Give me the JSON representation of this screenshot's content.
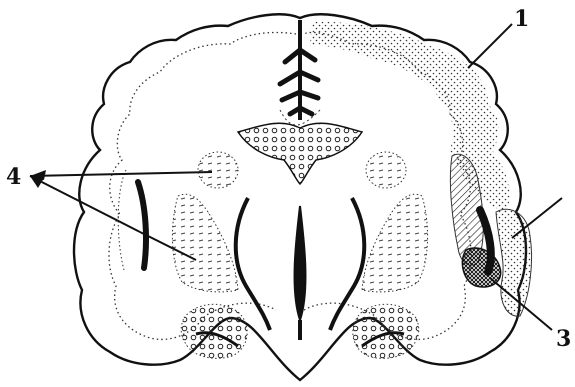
{
  "figure": {
    "labels": [
      {
        "id": "label-1",
        "text": "1"
      },
      {
        "id": "label-2-partial",
        "text": ""
      },
      {
        "id": "label-3",
        "text": "3"
      },
      {
        "id": "label-4",
        "text": "4"
      }
    ]
  },
  "colors": {
    "ink": "#111111",
    "background": "#ffffff",
    "stipple": "#333333"
  }
}
